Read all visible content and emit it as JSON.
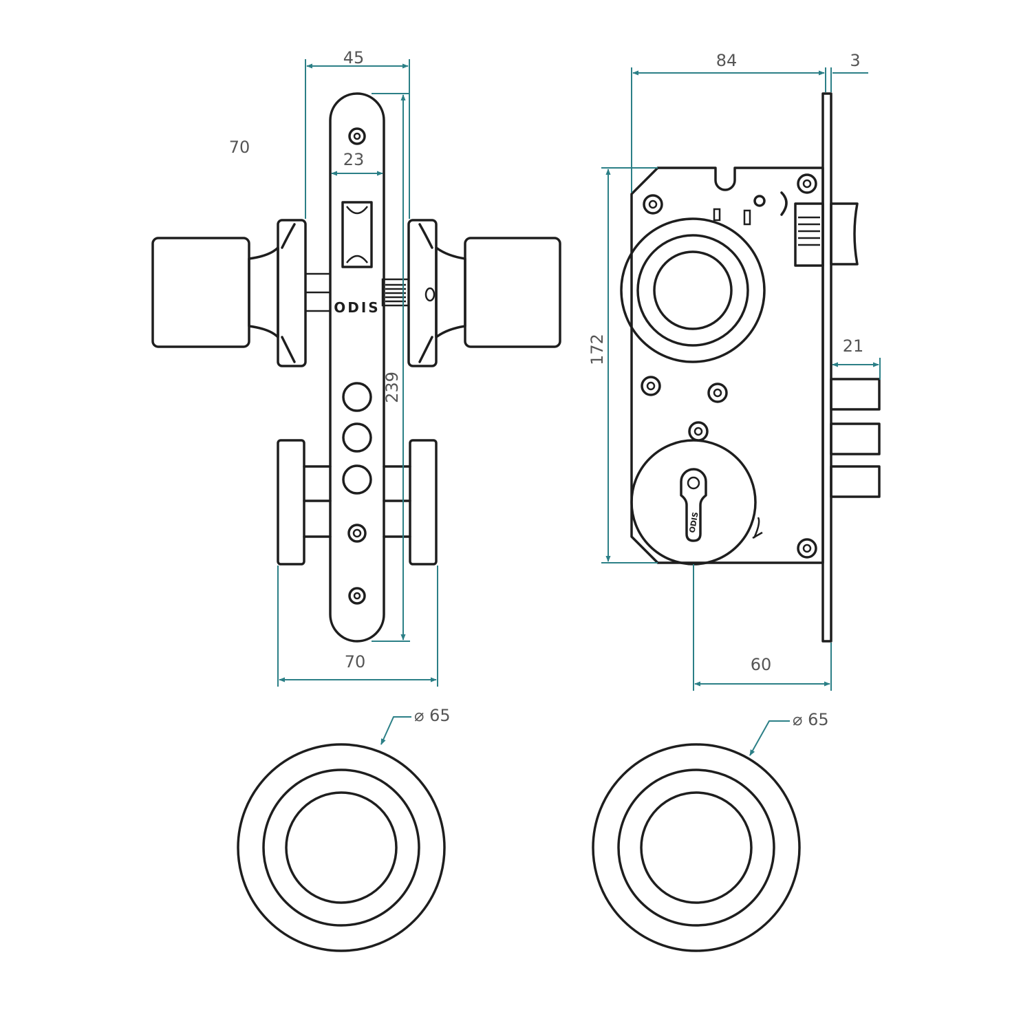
{
  "colors": {
    "outline": "#1e1e1e",
    "dimension": "#2b7f86",
    "dimension_text": "#555555",
    "background": "#ffffff"
  },
  "brand": "ODIS",
  "key_mark": "ODIS",
  "dimensions": {
    "faceplate_width": "45",
    "knob_depth": "70",
    "spindle_offset": "23",
    "faceplate_height": "239",
    "rose_span": "70",
    "case_depth": "84",
    "faceplate_thickness": "3",
    "case_height": "172",
    "bolt_throw": "21",
    "backset": "60",
    "rose_diameter_left": "⌀ 65",
    "rose_diameter_right": "⌀ 65"
  }
}
